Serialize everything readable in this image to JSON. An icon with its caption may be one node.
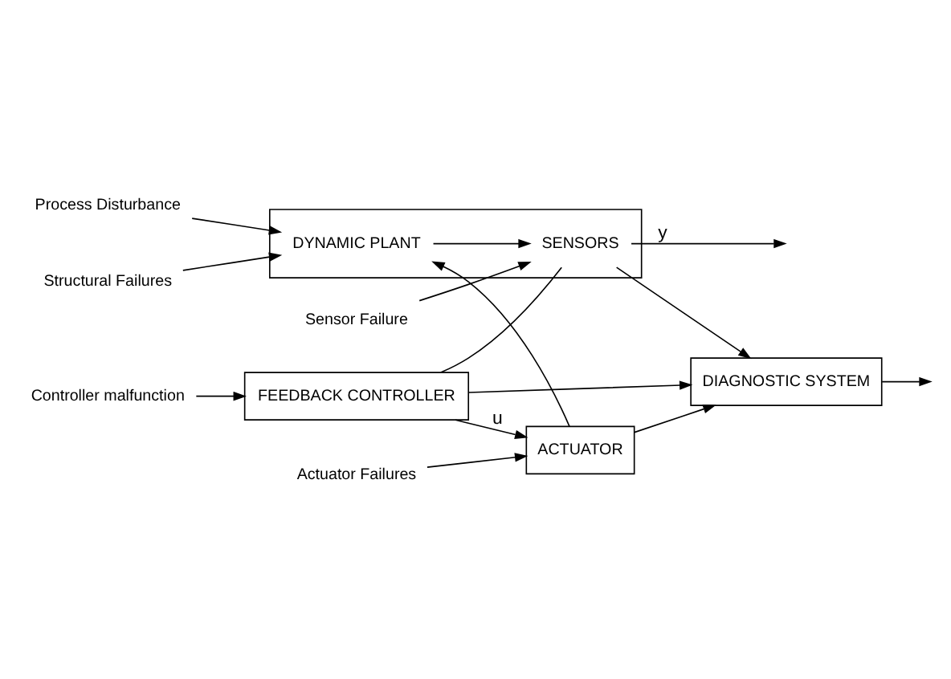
{
  "diagram": {
    "nodes": [
      {
        "text": [
          "FEEDBACK CONTROLLER"
        ]
      },
      {
        "text": [
          "Controller malfunction"
        ]
      },
      {
        "text": [
          "Process Disturbance"
        ]
      },
      {
        "text": [
          "Sensor Failure"
        ]
      },
      {
        "text": [
          "ACTUATOR"
        ]
      },
      {
        "text": [
          "Actuator Failures"
        ]
      },
      {
        "text": [],
        "shape": "box"
      },
      {
        "text": [
          "DYNAMIC PLANT"
        ],
        "in": 6
      },
      {
        "text": [
          "SENSORS"
        ],
        "in": 6
      },
      {
        "text": [
          "Structural Failures"
        ]
      },
      {
        "text": [
          "DIAGNOSTIC SYSTEM"
        ]
      }
    ],
    "edges": [
      {
        "from": 1,
        "to": 0,
        "arrow": "to"
      },
      {
        "from": 0,
        "to": 4,
        "label": "u",
        "arrow": "to"
      },
      {
        "from": 0,
        "to": 10,
        "arrow": "to"
      },
      {
        "from": 5,
        "to": 4,
        "arrow": "to"
      },
      {
        "from": 4,
        "to": 7,
        "arrow": "to"
      },
      {
        "from": 4,
        "to": 10,
        "arrow": "to"
      },
      {
        "from": 2,
        "to": 7,
        "arrow": "to"
      },
      {
        "from": 3,
        "to": 8,
        "arrow": "to"
      },
      {
        "from": 9,
        "to": 7,
        "arrow": "to"
      },
      {
        "from": 7,
        "to": 8,
        "arrow": "to"
      },
      {
        "from": 8,
        "to": null,
        "label": "y",
        "arrow": "to"
      },
      {
        "from": 8,
        "to": 10,
        "arrow": "to"
      },
      {
        "from": 8,
        "to": 0,
        "arrow": "none"
      },
      {
        "from": 10,
        "to": null,
        "arrow": "to"
      }
    ]
  }
}
